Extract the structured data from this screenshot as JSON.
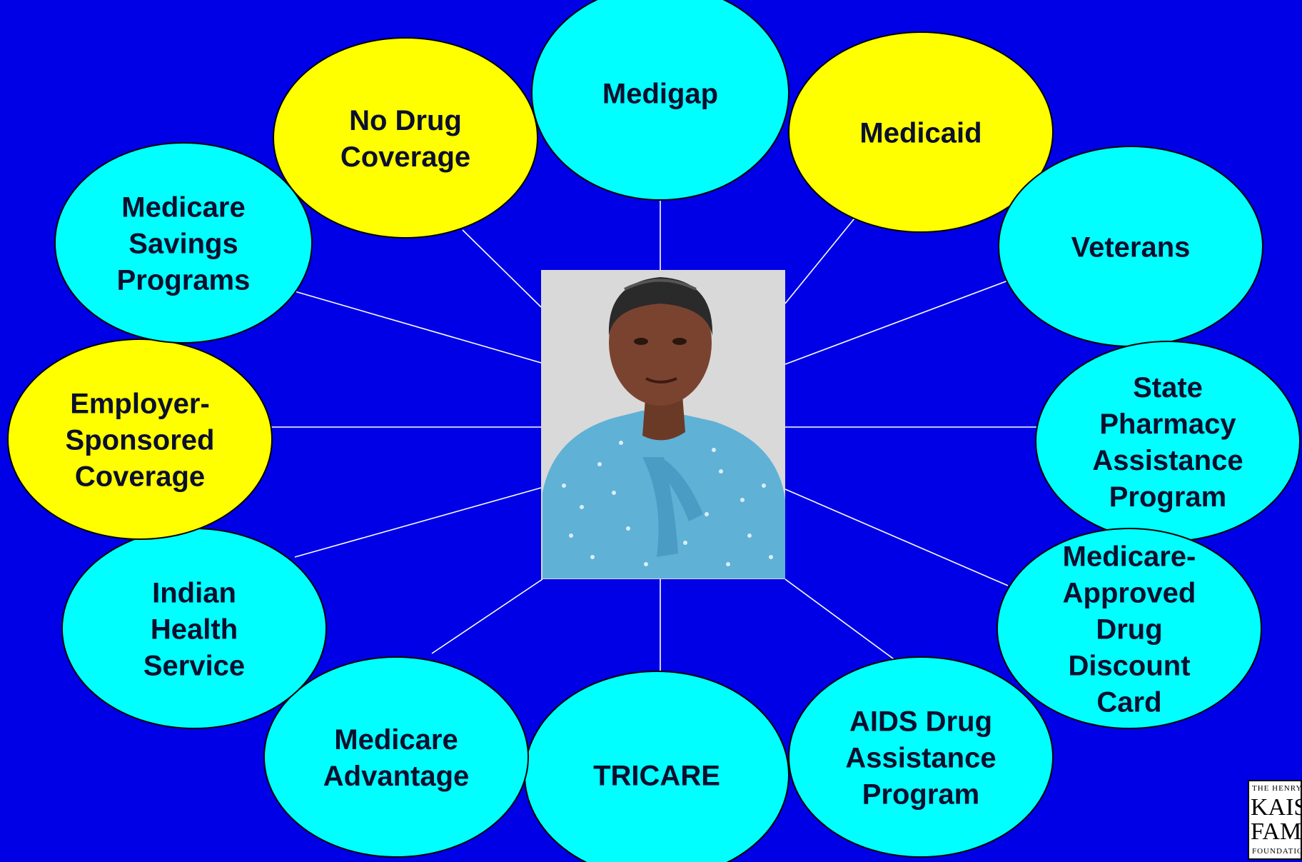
{
  "colors": {
    "background": "#0000e6",
    "cyan": "#00ffff",
    "yellow": "#ffff00",
    "connector": "#ffffff",
    "label_text": "#0b0f2e"
  },
  "center": {
    "icon": "elderly-woman-portrait-photo"
  },
  "nodes": [
    {
      "id": "medigap",
      "lines": [
        "Medigap"
      ],
      "fill": "cyan"
    },
    {
      "id": "medicaid",
      "lines": [
        "Medicaid"
      ],
      "fill": "yellow"
    },
    {
      "id": "veterans",
      "lines": [
        "Veterans"
      ],
      "fill": "cyan"
    },
    {
      "id": "state-pharmacy",
      "lines": [
        "State",
        "Pharmacy",
        "Assistance",
        "Program"
      ],
      "fill": "cyan"
    },
    {
      "id": "medicare-approved-card",
      "lines": [
        "Medicare-",
        "Approved",
        "Drug",
        "Discount",
        "Card"
      ],
      "fill": "cyan"
    },
    {
      "id": "aids-drug",
      "lines": [
        "AIDS Drug",
        "Assistance",
        "Program"
      ],
      "fill": "cyan"
    },
    {
      "id": "tricare",
      "lines": [
        "TRICARE"
      ],
      "fill": "cyan"
    },
    {
      "id": "medicare-advantage",
      "lines": [
        "Medicare",
        "Advantage"
      ],
      "fill": "cyan"
    },
    {
      "id": "indian-health",
      "lines": [
        "Indian",
        "Health",
        "Service"
      ],
      "fill": "cyan"
    },
    {
      "id": "employer-sponsored",
      "lines": [
        "Employer-",
        "Sponsored",
        "Coverage"
      ],
      "fill": "yellow"
    },
    {
      "id": "medicare-savings",
      "lines": [
        "Medicare",
        "Savings",
        "Programs"
      ],
      "fill": "cyan"
    },
    {
      "id": "no-drug",
      "lines": [
        "No Drug",
        "Coverage"
      ],
      "fill": "yellow"
    }
  ],
  "logo": {
    "line1": "THE HENRY J.",
    "line2": "KAISER",
    "line3": "FAMILY",
    "line4": "FOUNDATION"
  }
}
